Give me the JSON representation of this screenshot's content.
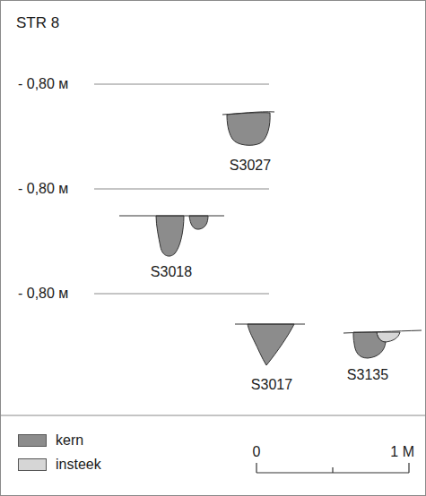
{
  "diagram": {
    "title": "STR 8",
    "labels": [
      "- 0,80 м",
      "- 0,80 м",
      "- 0,80 м",
      "S3027",
      "S3018",
      "S3017",
      "S3135",
      "0",
      "1 M"
    ],
    "legend": [
      {
        "text": "kern",
        "color": "#8c8c8c"
      },
      {
        "text": "insteek",
        "color": "#d6d6d6"
      }
    ]
  }
}
